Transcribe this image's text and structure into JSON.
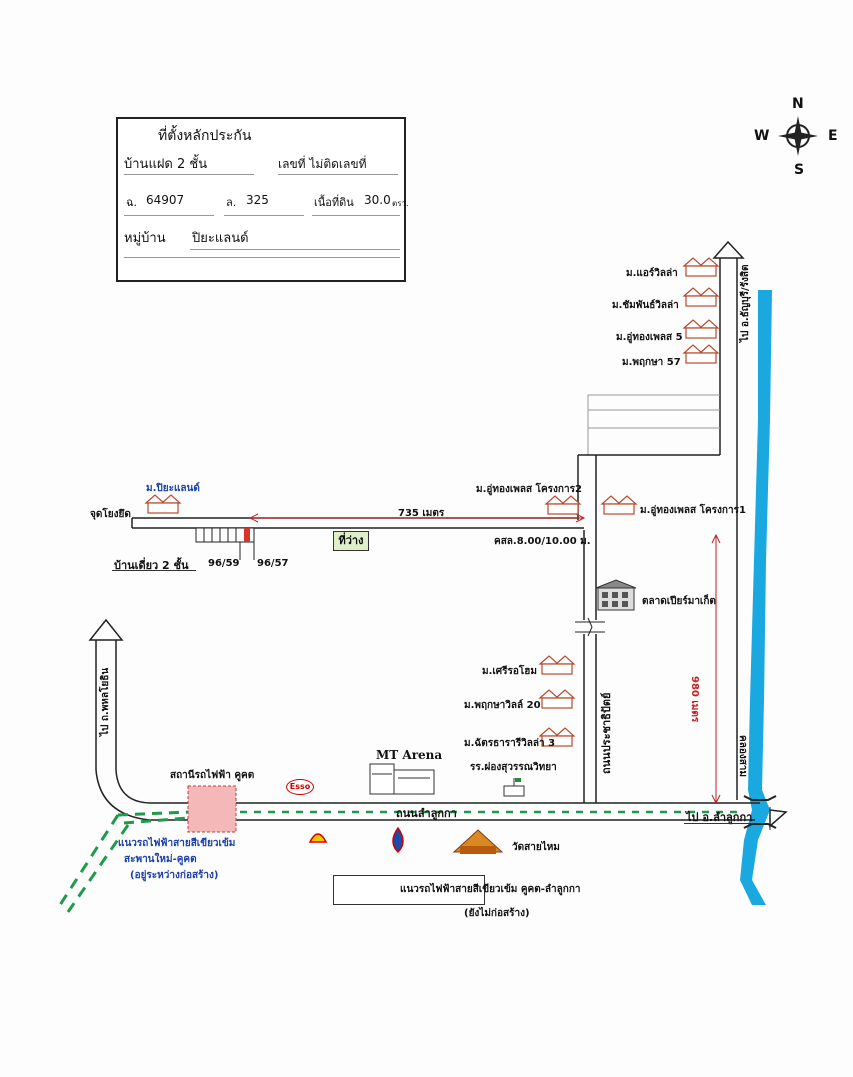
{
  "legend": {
    "title": "ที่ตั้งหลักประกัน",
    "house_type": "บ้านแฝด 2 ชั้น",
    "house_no_label": "เลขที่ ไม่ติดเลขที่",
    "deed_label": "ฉ.",
    "deed_value": "64907",
    "land_label": "ล.",
    "land_value": "325",
    "area_label": "เนื้อที่ดิน",
    "area_value": "30.0",
    "area_unit": "ตรว.",
    "village_label": "หมู่บ้าน",
    "village_value": "ปิยะแลนด์",
    "swatch_color": "#d9342b"
  },
  "compass": {
    "n": "N",
    "e": "E",
    "s": "S",
    "w": "W"
  },
  "labels": {
    "village_air": "ม.แอร์วิลล่า",
    "village_sampan": "ม.ชัมพันธ์วิลล่า",
    "village_uthong5": "ม.อู่ทองเพลส 5",
    "village_pruksa57": "ม.พฤกษา 57",
    "road_to_sirirat": "ไป อ.ธัญบุรี/รังสิต",
    "village_piya": "ม.ปิยะแลนด์",
    "turn_point": "จุดโยงยึด",
    "village_uthong2": "ม.อู่ทองเพลส โครงการ2",
    "village_uthong1": "ม.อู่ทองเพลส โครงการ1",
    "distance_735": "735 เมตร",
    "vacant": "ที่ว่าง",
    "road_note": "คสล.8.00/10.00 ม.",
    "single_house": "บ้านเดี่ยว 2 ชั้น",
    "house_9659": "96/59",
    "house_9657": "96/57",
    "market": "ตลาดเปียร์มาเก็ต",
    "distance_980": "980 เมตร",
    "to_phahon": "ไป ถ.พหลโยธิน",
    "village_seri": "ม.เศรีรอโฮม",
    "village_pruksa20": "ม.พฤกษาวิลล์ 20",
    "village_chatsan3": "ม.ฉัตรธารารีวิลล่า 3",
    "road_prachathipat": "ถนนประชาธิปัตย์",
    "canal": "คลองสาม",
    "mt_arena": "MT Arena",
    "school": "รร.ผ่องสุวรรณวิทยา",
    "station": "สถานีรถไฟฟ้า คูคต",
    "esso": "Esso",
    "road_lamlukka": "ถนนลำลูกกา",
    "to_lamlukka": "ไป อ.ลำลูกกา",
    "train_line_note_1": "แนวรถไฟฟ้าสายสีเขียวเข้ม",
    "train_line_note_2": "สะพานใหม่-คูคต",
    "train_line_note_3": "(อยู่ระหว่างก่อสร้าง)",
    "temple": "วัดสายไหม",
    "legend_line_1": "แนวรถไฟฟ้าสายสีเขียวเข้ม คูคต-ลำลูกกา",
    "legend_line_2": "(ยังไม่ก่อสร้าง)"
  },
  "colors": {
    "canal": "#1aa8e0",
    "green_line": "#1e9a4a",
    "station": "#f4b8b8",
    "house_roof": "#b84a2a"
  }
}
